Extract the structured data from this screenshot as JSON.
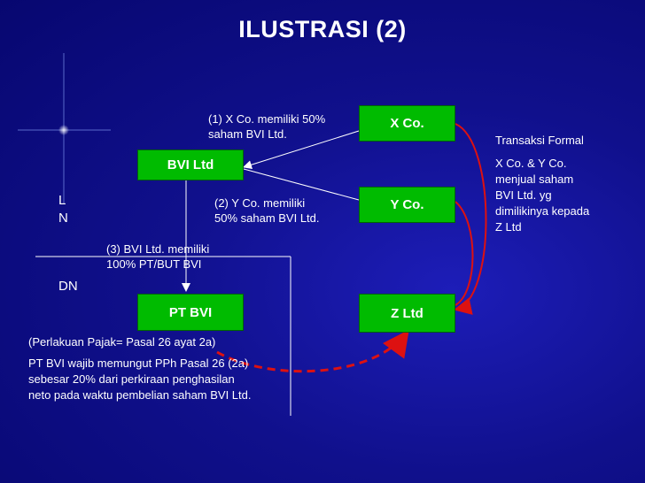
{
  "title": "ILUSTRASI (2)",
  "boxes": {
    "xco": "X Co.",
    "yco": "Y Co.",
    "bvi": "BVI Ltd",
    "ptbvi": "PT BVI",
    "zltd": "Z Ltd"
  },
  "labels": {
    "step1_line1": "(1) X Co. memiliki 50%",
    "step1_line2": "saham BVI Ltd.",
    "step2_line1": "(2) Y Co. memiliki",
    "step2_line2": "50% saham BVI Ltd.",
    "step3_line1": "(3) BVI Ltd. memiliki",
    "step3_line2": "100% PT/BUT BVI"
  },
  "side_labels": {
    "ln_l": "L",
    "ln_n": "N",
    "dn": "DN"
  },
  "right_note": {
    "heading": "Transaksi Formal",
    "lines": [
      "X Co. & Y Co.",
      "menjual saham",
      "BVI Ltd. yg",
      "dimilikinya kepada",
      "Z Ltd"
    ]
  },
  "bottom_note": {
    "treatment": "(Perlakuan Pajak=  Pasal 26 ayat 2a)",
    "lines": [
      "PT BVI wajib memungut PPh Pasal 26 (2a)",
      "sebesar 20% dari perkiraan penghasilan",
      "neto pada waktu pembelian saham BVI Ltd."
    ]
  },
  "colors": {
    "box_fill": "#00bb00",
    "arrow_red": "#dd1111",
    "line_white": "#ffffff",
    "background": "#10108c"
  }
}
